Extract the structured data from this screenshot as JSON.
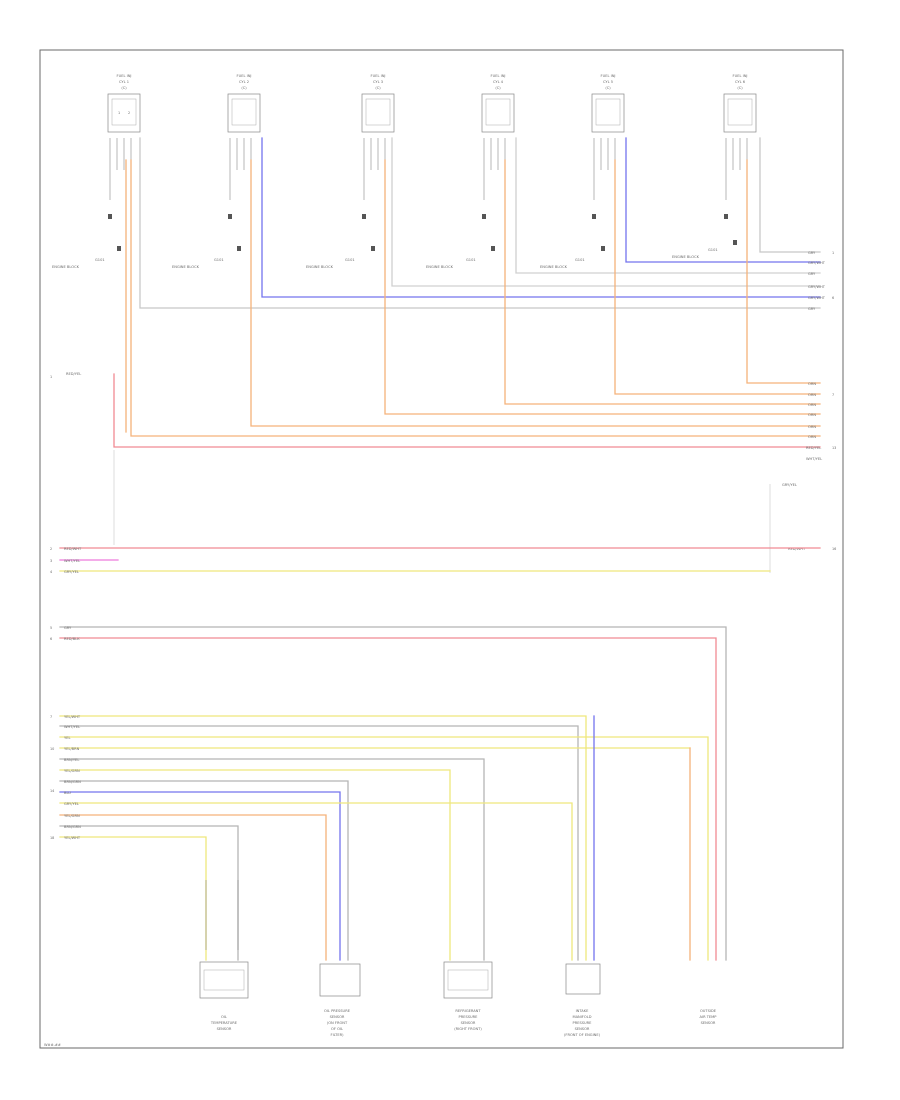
{
  "sheet_id": "W##-##",
  "colors": {
    "orange": "#f5b27a",
    "red": "#f08a93",
    "yellow": "#efe77c",
    "grey": "#a8a8a8",
    "blue": "#7474ee",
    "pink": "#ee7bdc",
    "olive": "#b5b57a"
  },
  "injectors": [
    {
      "label1": "FUEL INJ",
      "label2": "CYL 1",
      "label3": "(C)",
      "ground": "G101",
      "ground_label": "ENGINE BLOCK"
    },
    {
      "label1": "FUEL INJ",
      "label2": "CYL 2",
      "label3": "(C)",
      "ground": "G101",
      "ground_label": "ENGINE BLOCK"
    },
    {
      "label1": "FUEL INJ",
      "label2": "CYL 3",
      "label3": "(C)",
      "ground": "G101",
      "ground_label": "ENGINE BLOCK"
    },
    {
      "label1": "FUEL INJ",
      "label2": "CYL 4",
      "label3": "(C)",
      "ground": "G101",
      "ground_label": "ENGINE BLOCK"
    },
    {
      "label1": "FUEL INJ",
      "label2": "CYL 5",
      "label3": "(C)",
      "ground": "G101",
      "ground_label": "ENGINE BLOCK"
    },
    {
      "label1": "FUEL INJ",
      "label2": "CYL 6",
      "label3": "(C)",
      "ground": "G101",
      "ground_label": "ENGINE BLOCK"
    }
  ],
  "right_labels": [
    "GRY",
    "GRY/WHT",
    "GRY",
    "GRY/WHT",
    "GRY/WHT",
    "GRY",
    "ORN",
    "ORN",
    "ORN",
    "ORN",
    "ORN",
    "ORN",
    "RED/YEL",
    "WHT/YEL",
    "GRY/YEL",
    "RED/WHT"
  ],
  "left_labels": [
    "RED/YEL",
    "WHT/YEL",
    "GRY/YEL",
    "RED/WHT",
    "GRY",
    "RED/BLK",
    "WHT/YEL",
    "GRY/YEL",
    "YEL",
    "YEL/BRN",
    "BRN/YEL",
    "YEL/GRN",
    "BRN/GRN",
    "BLU",
    "YEL/WHT",
    "YEL/GRN",
    "BRN/GRN",
    "YEL/WHT"
  ],
  "components": [
    {
      "line1": "OIL",
      "line2": "TEMPERATURE",
      "line3": "SENSOR"
    },
    {
      "line1": "OIL PRESSURE",
      "line2": "SENSOR",
      "line3": "(ON FRONT",
      "line4": "OF OIL",
      "line5": "FILTER)"
    },
    {
      "line1": "REFRIGERANT",
      "line2": "PRESSURE",
      "line3": "SENSOR",
      "line4": "(RIGHT FRONT)"
    },
    {
      "line1": "INTAKE",
      "line2": "MANIFOLD",
      "line3": "PRESSURE",
      "line4": "SENSOR",
      "line5": "(FRONT OF ENGINE)"
    },
    {
      "line1": "OUTSIDE",
      "line2": "AIR TEMP",
      "line3": "SENSOR"
    }
  ]
}
